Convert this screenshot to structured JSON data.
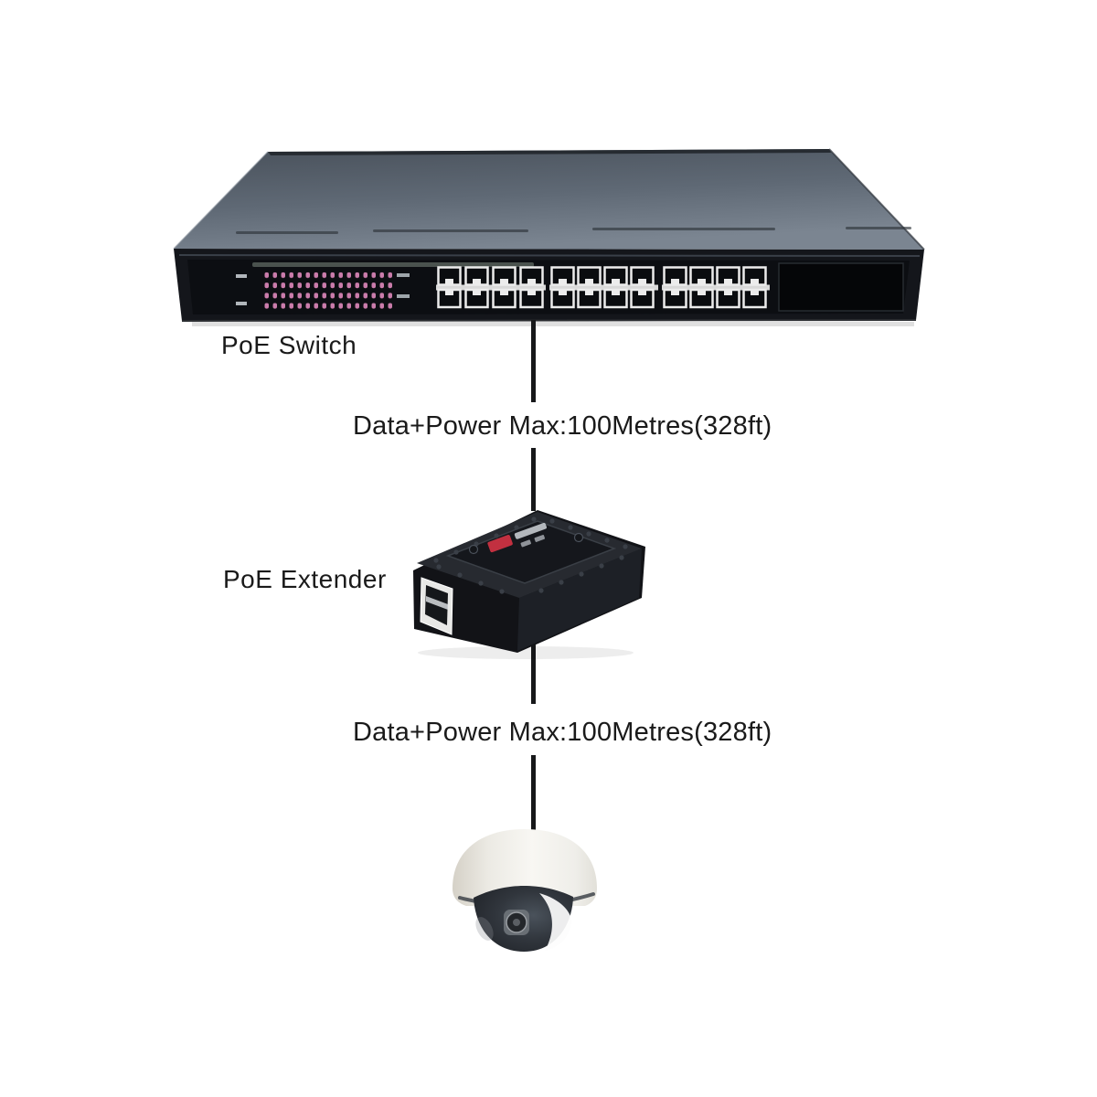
{
  "diagram": {
    "nodes": [
      {
        "id": "poe-switch",
        "label": "PoE Switch"
      },
      {
        "id": "poe-extender",
        "label": "PoE Extender"
      },
      {
        "id": "dome-camera",
        "label": ""
      }
    ],
    "connections": [
      {
        "from": "poe-switch",
        "to": "poe-extender",
        "label": "Data+Power Max:100Metres(328ft)"
      },
      {
        "from": "poe-extender",
        "to": "dome-camera",
        "label": "Data+Power Max:100Metres(328ft)"
      }
    ],
    "colors": {
      "background": "#ffffff",
      "connection_line": "#17181a",
      "label_text": "#1a1a1a",
      "switch_chassis_top": "#5f6975",
      "switch_front_panel": "#101217",
      "switch_led_pink": "#ca7cab",
      "rj45_port_white": "#ececec",
      "extender_body_black": "#17191e",
      "extender_logo_red": "#c23040",
      "camera_body_white": "#f3f2ee",
      "camera_glass_dark": "#2b2f34"
    }
  }
}
